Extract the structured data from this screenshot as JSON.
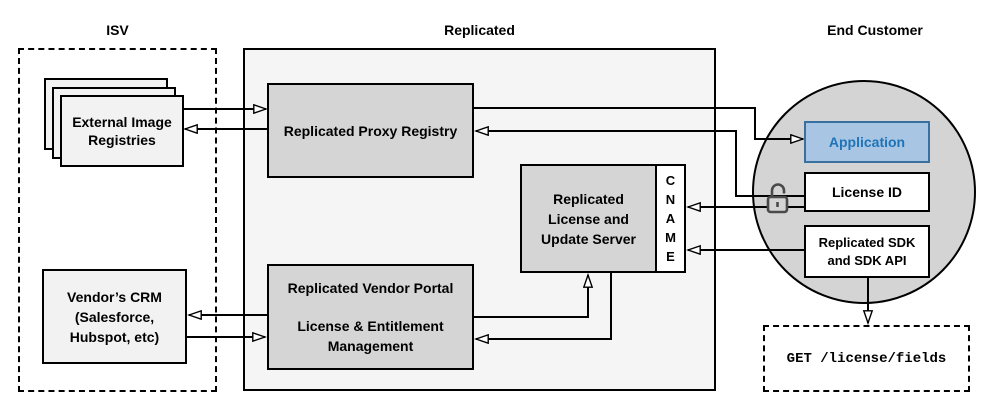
{
  "sections": {
    "isv": {
      "title": "ISV"
    },
    "replicated": {
      "title": "Replicated"
    },
    "end_customer": {
      "title": "End Customer"
    }
  },
  "nodes": {
    "external_registries": {
      "label": "External\nImage\nRegistries"
    },
    "vendors_crm": {
      "label": "Vendor’s CRM\n(Salesforce,\nHubspot, etc)"
    },
    "proxy_registry": {
      "label": "Replicated Proxy Registry"
    },
    "license_update_server": {
      "label": "Replicated\nLicense and\nUpdate Server"
    },
    "cname": {
      "label": "CNAME"
    },
    "vendor_portal": {
      "title": "Replicated Vendor Portal",
      "subtitle": "License & Entitlement\nManagement"
    },
    "application": {
      "label": "Application"
    },
    "license_id": {
      "label": "License ID"
    },
    "replicated_sdk": {
      "label": "Replicated SDK\nand SDK API"
    },
    "get_endpoint": {
      "label": "GET /license/fields"
    }
  },
  "icons": {
    "lock": "open-padlock"
  },
  "colors": {
    "canvas_bg": "#ffffff",
    "container_fill": "#f5f5f5",
    "node_fill": "#d5d5d5",
    "light_node_fill": "#f2f2f2",
    "circle_fill": "#d4d4d4",
    "app_fill": "#a8c6e4",
    "app_border": "#38719f",
    "app_text": "#1f73b7",
    "line_color": "#000000",
    "lock_color": "#4a4a4a"
  }
}
